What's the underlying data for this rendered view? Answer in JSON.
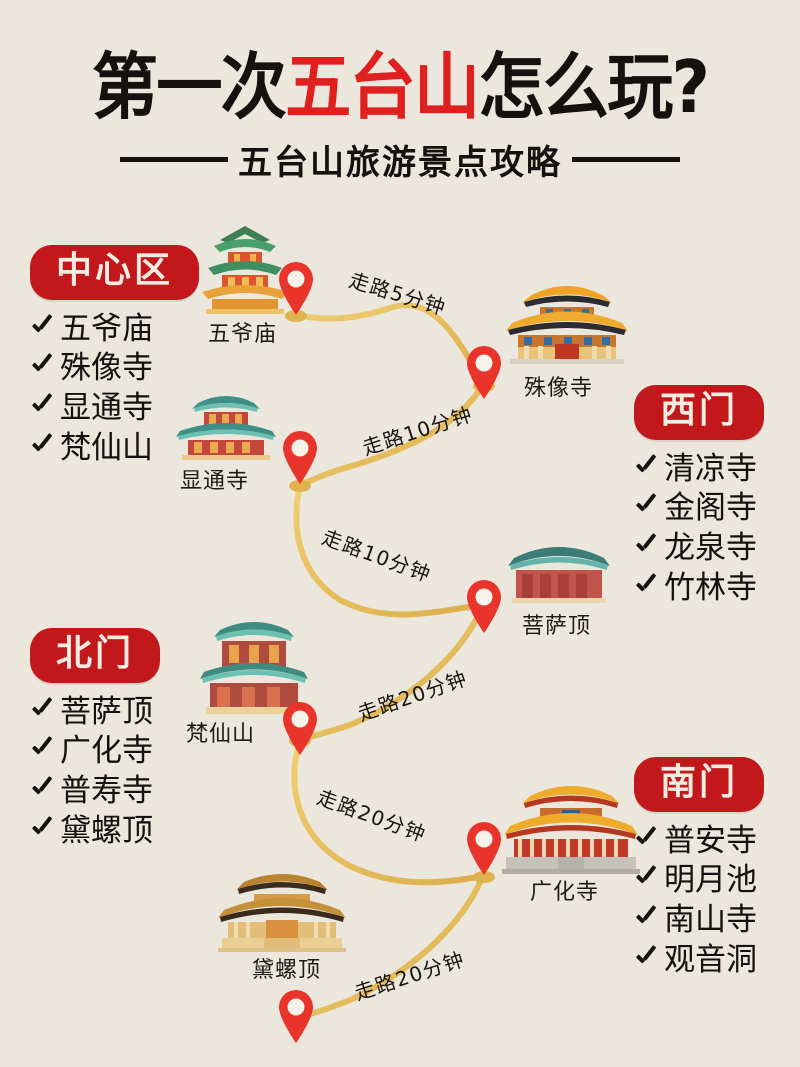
{
  "header": {
    "title_pre": "第一次",
    "title_highlight": "五台山",
    "title_post": "怎么玩?",
    "subtitle": "五台山旅游景点攻略",
    "highlight_color": "#e01f1f",
    "text_color": "#14110f"
  },
  "palette": {
    "background": "#ece7dd",
    "chip_red": "#c2181c",
    "pin_red": "#e8342a",
    "path_gold": "#e8b councils"
  },
  "regions": [
    {
      "id": "center",
      "name": "中心区",
      "items": [
        "五爷庙",
        "殊像寺",
        "显通寺",
        "梵仙山"
      ]
    },
    {
      "id": "west-gate",
      "name": "西门",
      "items": [
        "清凉寺",
        "金阁寺",
        "龙泉寺",
        "竹林寺"
      ]
    },
    {
      "id": "north-gate",
      "name": "北门",
      "items": [
        "菩萨顶",
        "广化寺",
        "普寿寺",
        "黛螺顶"
      ]
    },
    {
      "id": "south-gate",
      "name": "南门",
      "items": [
        "普安寺",
        "明月池",
        "南山寺",
        "观音洞"
      ]
    }
  ],
  "nodes": [
    {
      "id": "wuyemiao",
      "label": "五爷庙"
    },
    {
      "id": "shuxiangsi",
      "label": "殊像寺"
    },
    {
      "id": "xiantongsi",
      "label": "显通寺"
    },
    {
      "id": "pusading",
      "label": "菩萨顶"
    },
    {
      "id": "fanxianshan",
      "label": "梵仙山"
    },
    {
      "id": "guanghuasi",
      "label": "广化寺"
    },
    {
      "id": "dailuoding",
      "label": "黛螺顶"
    }
  ],
  "route_labels": [
    {
      "id": "seg1",
      "text": "走路5分钟"
    },
    {
      "id": "seg2",
      "text": "走路10分钟"
    },
    {
      "id": "seg3",
      "text": "走路10分钟"
    },
    {
      "id": "seg4",
      "text": "走路20分钟"
    },
    {
      "id": "seg5",
      "text": "走路20分钟"
    },
    {
      "id": "seg6",
      "text": "走路20分钟"
    }
  ]
}
